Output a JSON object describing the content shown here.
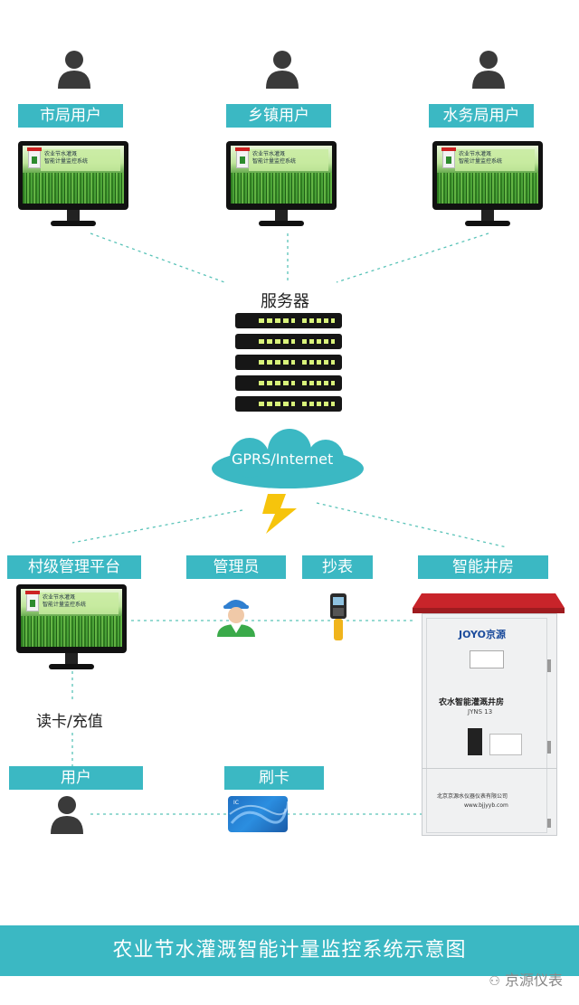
{
  "top_users": [
    {
      "label": "市局用户"
    },
    {
      "label": "乡镇用户"
    },
    {
      "label": "水务局用户"
    }
  ],
  "screen_text": [
    "农业节水灌溉",
    "智能计量监控系统"
  ],
  "server": {
    "label": "服务器"
  },
  "network": {
    "label": "GPRS/Internet"
  },
  "middle_labels": {
    "village_platform": "村级管理平台",
    "admin": "管理员",
    "meter_reading": "抄表",
    "smart_well_house": "智能井房"
  },
  "read_recharge": "读卡/充值",
  "bottom_labels": {
    "user": "用户",
    "swipe_card": "刷卡"
  },
  "cabinet": {
    "brand": "JOYO京源",
    "title": "农水智能灌溉井房",
    "model": "JYNS 13",
    "company": "北京京源水仪器仪表有限公司",
    "website": "www.bjjyyb.com"
  },
  "card": {
    "text": "IC"
  },
  "footer": {
    "title": "农业节水灌溉智能计量监控系统示意图"
  },
  "watermark": "京源仪表",
  "colors": {
    "accent": "#3bb8c3",
    "lightning": "#f6c40c",
    "roof": "#c8242a"
  }
}
